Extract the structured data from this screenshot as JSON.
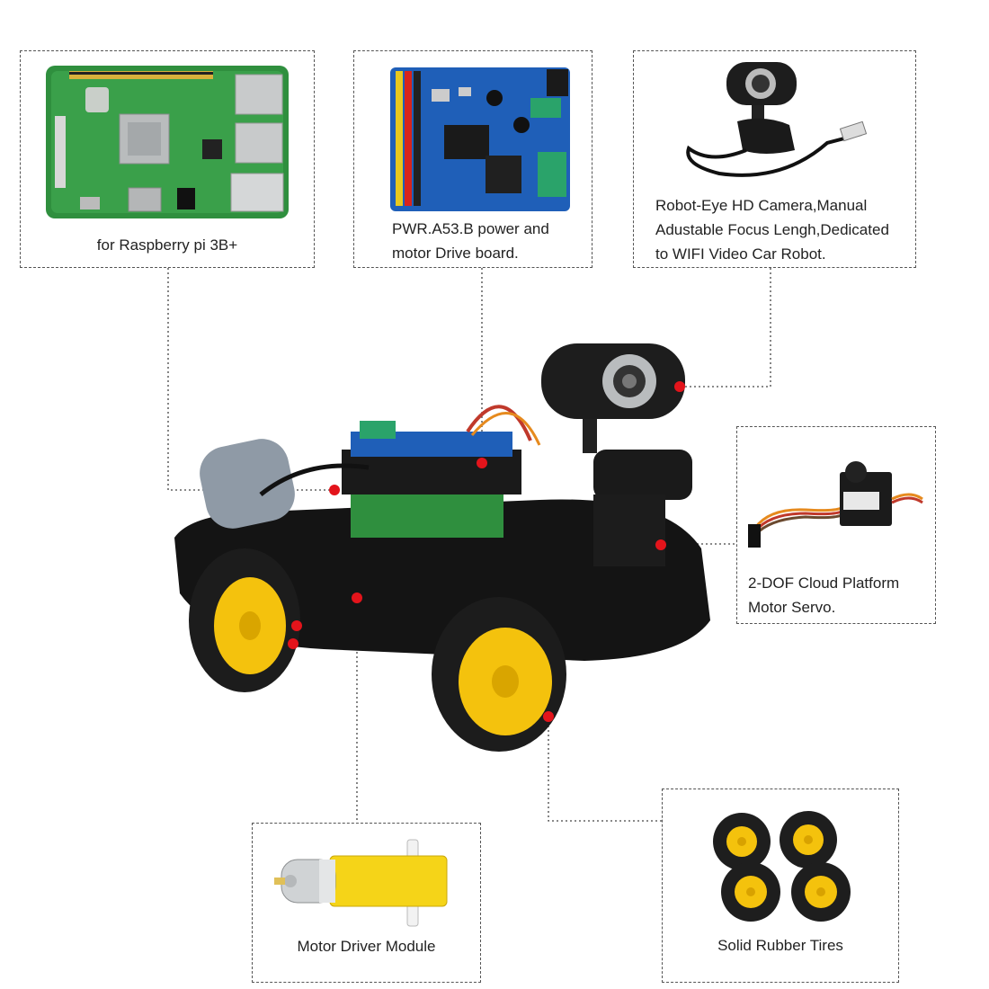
{
  "callouts": {
    "pi": {
      "label": "for Raspberry pi 3B+",
      "image": "raspberry-pi-board"
    },
    "board": {
      "line1": "PWR.A53.B power and",
      "line2": "motor Drive board.",
      "image": "power-motor-drive-board"
    },
    "camera": {
      "line1": "Robot-Eye HD Camera,Manual",
      "line2": "Adustable Focus Lengh,Dedicated",
      "line3": "to WIFI Video Car Robot.",
      "image": "usb-webcam"
    },
    "servo": {
      "line1": "2-DOF Cloud Platform",
      "line2": "Motor Servo.",
      "image": "micro-servo"
    },
    "motor": {
      "label": "Motor Driver Module",
      "image": "yellow-gear-motor"
    },
    "tires": {
      "label": "Solid Rubber Tires",
      "image": "rubber-tire-set"
    }
  },
  "colors": {
    "marker": "#e3141b",
    "wheel_hub": "#f4c20d",
    "pcb_green": "#2f8f3e",
    "pcb_blue": "#1f5fb8",
    "chassis": "#141414"
  }
}
